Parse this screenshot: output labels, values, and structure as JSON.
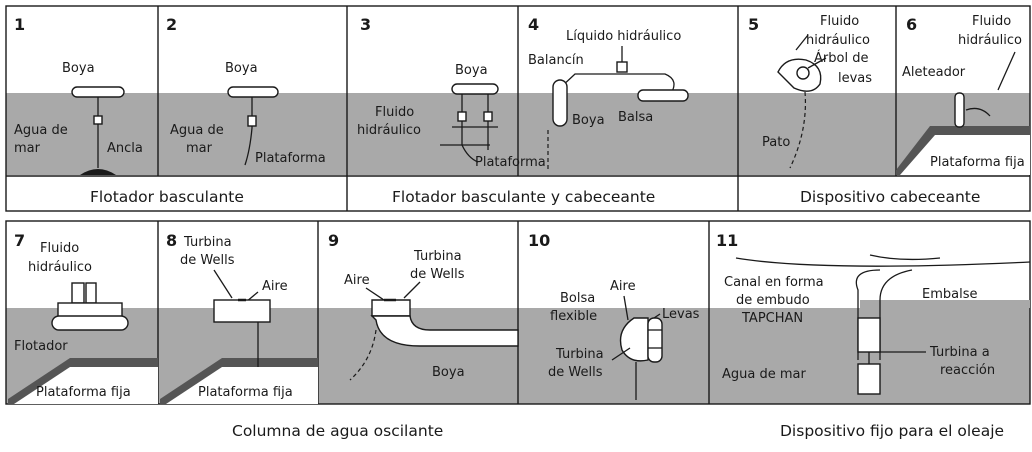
{
  "panels": {
    "p1": {
      "num": "1",
      "boya": "Boya",
      "agua": "Agua de",
      "mar": "mar",
      "ancla": "Ancla"
    },
    "p2": {
      "num": "2",
      "boya": "Boya",
      "agua": "Agua de",
      "mar": "mar",
      "plataforma": "Plataforma"
    },
    "p3": {
      "num": "3",
      "boya": "Boya",
      "fluido": "Fluido",
      "hidraulico": "hidráulico",
      "plataforma": "Plataforma"
    },
    "p4": {
      "num": "4",
      "liquido": "Líquido hidráulico",
      "balancin": "Balancín",
      "boya": "Boya",
      "balsa": "Balsa"
    },
    "p5": {
      "num": "5",
      "fluido": "Fluido",
      "hidraulico": "hidráulico",
      "arbol": "Árbol de",
      "levas": "levas",
      "pato": "Pato"
    },
    "p6": {
      "num": "6",
      "fluido": "Fluido",
      "hidraulico": "hidráulico",
      "aleteador": "Aleteador",
      "plataforma": "Plataforma fija"
    },
    "p7": {
      "num": "7",
      "fluido": "Fluido",
      "hidraulico": "hidráulico",
      "flotador": "Flotador",
      "plataforma": "Plataforma fija"
    },
    "p8": {
      "num": "8",
      "turbina": "Turbina",
      "dewells": "de Wells",
      "aire": "Aire",
      "plataforma": "Plataforma fija"
    },
    "p9": {
      "num": "9",
      "turbina": "Turbina",
      "dewells": "de Wells",
      "aire": "Aire",
      "boya": "Boya"
    },
    "p10": {
      "num": "10",
      "aire": "Aire",
      "bolsa": "Bolsa",
      "flexible": "flexible",
      "levas": "Levas",
      "turbina": "Turbina",
      "dewells": "de Wells"
    },
    "p11": {
      "num": "11",
      "canal1": "Canal en forma",
      "canal2": "de embudo",
      "canal3": "TAPCHAN",
      "embalse": "Embalse",
      "agua": "Agua de mar",
      "turbina": "Turbina a",
      "reaccion": "reacción"
    }
  },
  "captions": {
    "flotador_basculante": "Flotador basculante",
    "flotador_cabeceante": "Flotador basculante y cabeceante",
    "dispositivo_cabeceante": "Dispositivo cabeceante",
    "columna_agua": "Columna de agua oscilante",
    "dispositivo_fijo": "Dispositivo fijo para el oleaje"
  }
}
